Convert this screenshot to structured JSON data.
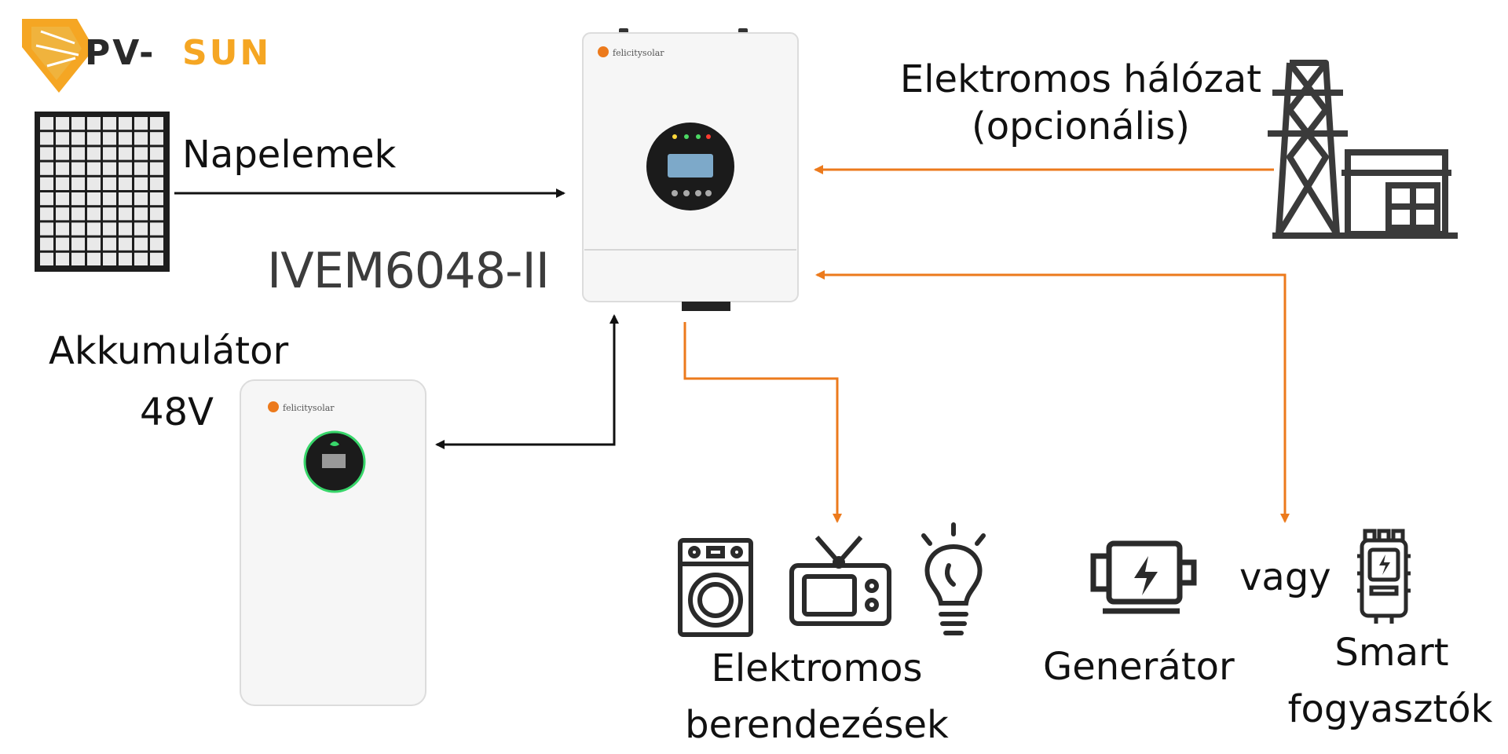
{
  "brand": {
    "logo_text_a": "PV-",
    "logo_text_b": "SUN"
  },
  "labels": {
    "solar": "Napelemek",
    "grid_line1": "Elektromos hálózat",
    "grid_line2": "(opcionális)",
    "model": "IVEM6048-II",
    "battery_line1": "Akkumulátor",
    "battery_line2": "48V",
    "appliances_line1": "Elektromos",
    "appliances_line2": "berendezések",
    "generator": "Generátor",
    "or": "vagy",
    "smart_line1": "Smart",
    "smart_line2": "fogyasztók"
  },
  "device_brand": "felicitysolar",
  "icons": [
    "solar-panel-icon",
    "power-tower-icon",
    "building-icon",
    "washing-machine-icon",
    "tv-icon",
    "light-bulb-icon",
    "generator-icon",
    "smart-meter-icon"
  ],
  "colors": {
    "accent": "#ec7a1c",
    "black_line": "#111111",
    "logo_orange": "#f5a623",
    "logo_dark": "#2a2a2a"
  }
}
